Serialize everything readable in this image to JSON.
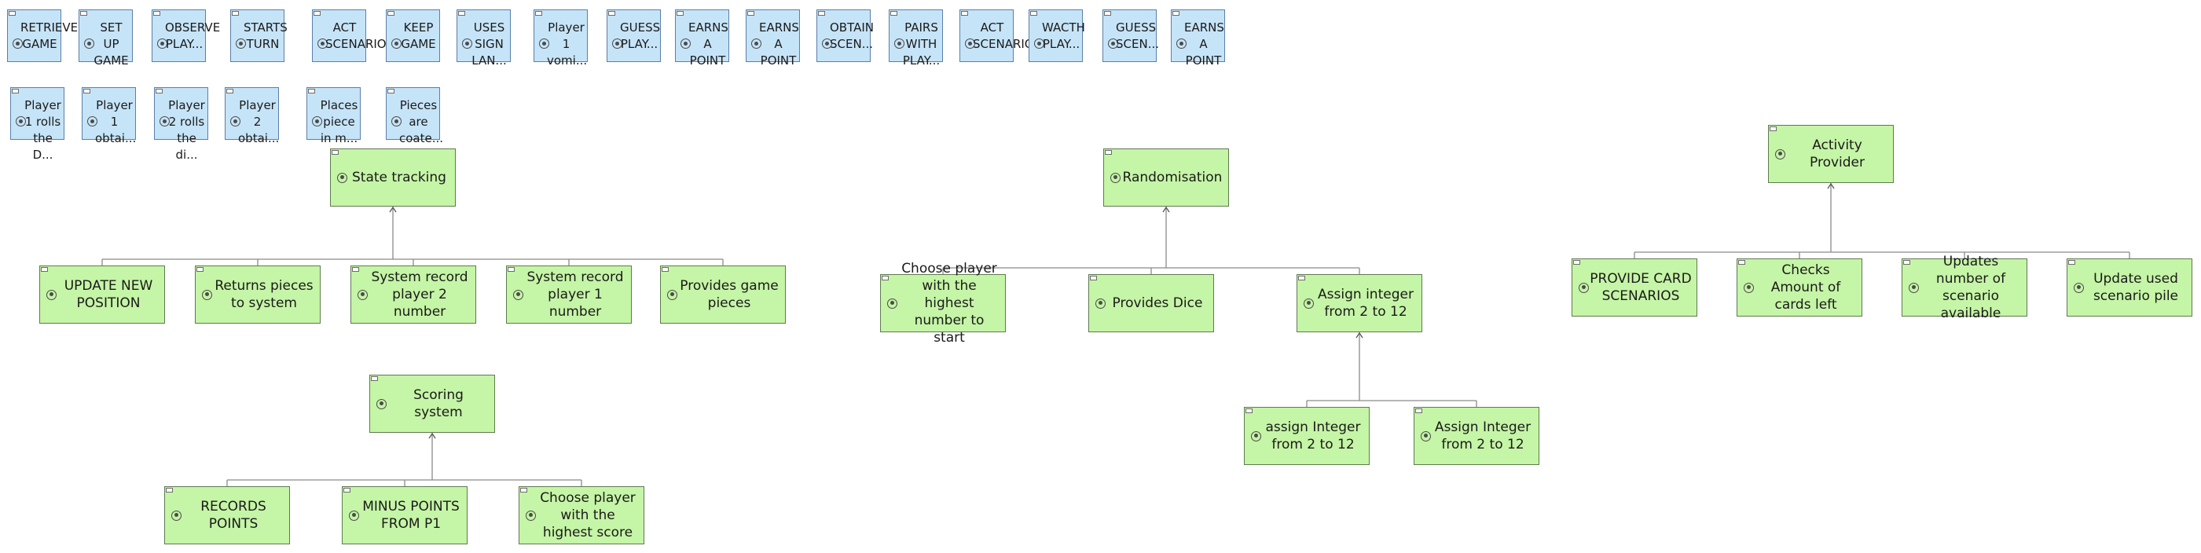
{
  "palette": {
    "blue_fill": "#c6e4f8",
    "green_fill": "#c5f5a6",
    "connector": "#8a8a8a"
  },
  "icons": {
    "element": "eye-icon",
    "corner": "corner-tab-icon",
    "arrow": "arrow-up-icon"
  },
  "palette_row_1": [
    {
      "id": "b1",
      "label": "RETRIEVE GAME"
    },
    {
      "id": "b2",
      "label": "SET UP GAME"
    },
    {
      "id": "b3",
      "label": "OBSERVE PLAY..."
    },
    {
      "id": "b4",
      "label": "STARTS TURN"
    },
    {
      "id": "b5",
      "label": "ACT SCENARIO"
    },
    {
      "id": "b6",
      "label": "KEEP GAME"
    },
    {
      "id": "b7",
      "label": "USES SIGN LAN..."
    },
    {
      "id": "b8",
      "label": "Player 1 vomi..."
    },
    {
      "id": "b9",
      "label": "GUESS PLAY..."
    },
    {
      "id": "b10",
      "label": "EARNS A POINT"
    },
    {
      "id": "b11",
      "label": "EARNS A POINT"
    },
    {
      "id": "b12",
      "label": "OBTAIN SCEN..."
    },
    {
      "id": "b13",
      "label": "PAIRS WITH PLAY..."
    },
    {
      "id": "b14",
      "label": "ACT SCENARIO"
    },
    {
      "id": "b15",
      "label": "WACTH PLAY..."
    },
    {
      "id": "b16",
      "label": "GUESS SCEN..."
    },
    {
      "id": "b17",
      "label": "EARNS A POINT"
    }
  ],
  "palette_row_2": [
    {
      "id": "b18",
      "label": "Player 1 rolls the D..."
    },
    {
      "id": "b19",
      "label": "Player 1 obtai..."
    },
    {
      "id": "b20",
      "label": "Player 2 rolls the di..."
    },
    {
      "id": "b21",
      "label": "Player 2 obtai..."
    },
    {
      "id": "b22",
      "label": "Places piece in m..."
    },
    {
      "id": "b23",
      "label": "Pieces are coate..."
    }
  ],
  "groups": [
    {
      "parent": {
        "id": "g_state",
        "label": "State tracking"
      },
      "children": [
        {
          "id": "g_update_pos",
          "label": "UPDATE NEW POSITION"
        },
        {
          "id": "g_returns",
          "label": "Returns pieces to system"
        },
        {
          "id": "g_rec_p2",
          "label": "System record player 2 number"
        },
        {
          "id": "g_rec_p1",
          "label": "System record player 1 number"
        },
        {
          "id": "g_provides_pieces",
          "label": "Provides game pieces"
        }
      ]
    },
    {
      "parent": {
        "id": "g_scoring",
        "label": "Scoring system"
      },
      "children": [
        {
          "id": "g_records",
          "label": "RECORDS POINTS"
        },
        {
          "id": "g_minus",
          "label": "MINUS POINTS FROM P1"
        },
        {
          "id": "g_choose_score",
          "label": "Choose player with the highest score"
        }
      ]
    },
    {
      "parent": {
        "id": "g_random",
        "label": "Randomisation"
      },
      "children": [
        {
          "id": "g_choose_start",
          "label": "Choose player with the highest number to start"
        },
        {
          "id": "g_dice",
          "label": "Provides Dice"
        },
        {
          "id": "g_assign",
          "label": "Assign integer from 2 to 12"
        }
      ]
    },
    {
      "parent": {
        "id": "g_assign",
        "label": "Assign integer from 2 to 12"
      },
      "children": [
        {
          "id": "g_assign_a",
          "label": "assign Integer from 2 to 12"
        },
        {
          "id": "g_assign_b",
          "label": "Assign Integer from 2 to 12"
        }
      ]
    },
    {
      "parent": {
        "id": "g_activity",
        "label": "Activity Provider"
      },
      "children": [
        {
          "id": "g_cards",
          "label": "PROVIDE CARD SCENARIOS"
        },
        {
          "id": "g_checks",
          "label": "Checks Amount of cards left"
        },
        {
          "id": "g_updates_num",
          "label": "Updates number of scenario available"
        },
        {
          "id": "g_update_pile",
          "label": "Update used scenario pile"
        }
      ]
    }
  ]
}
